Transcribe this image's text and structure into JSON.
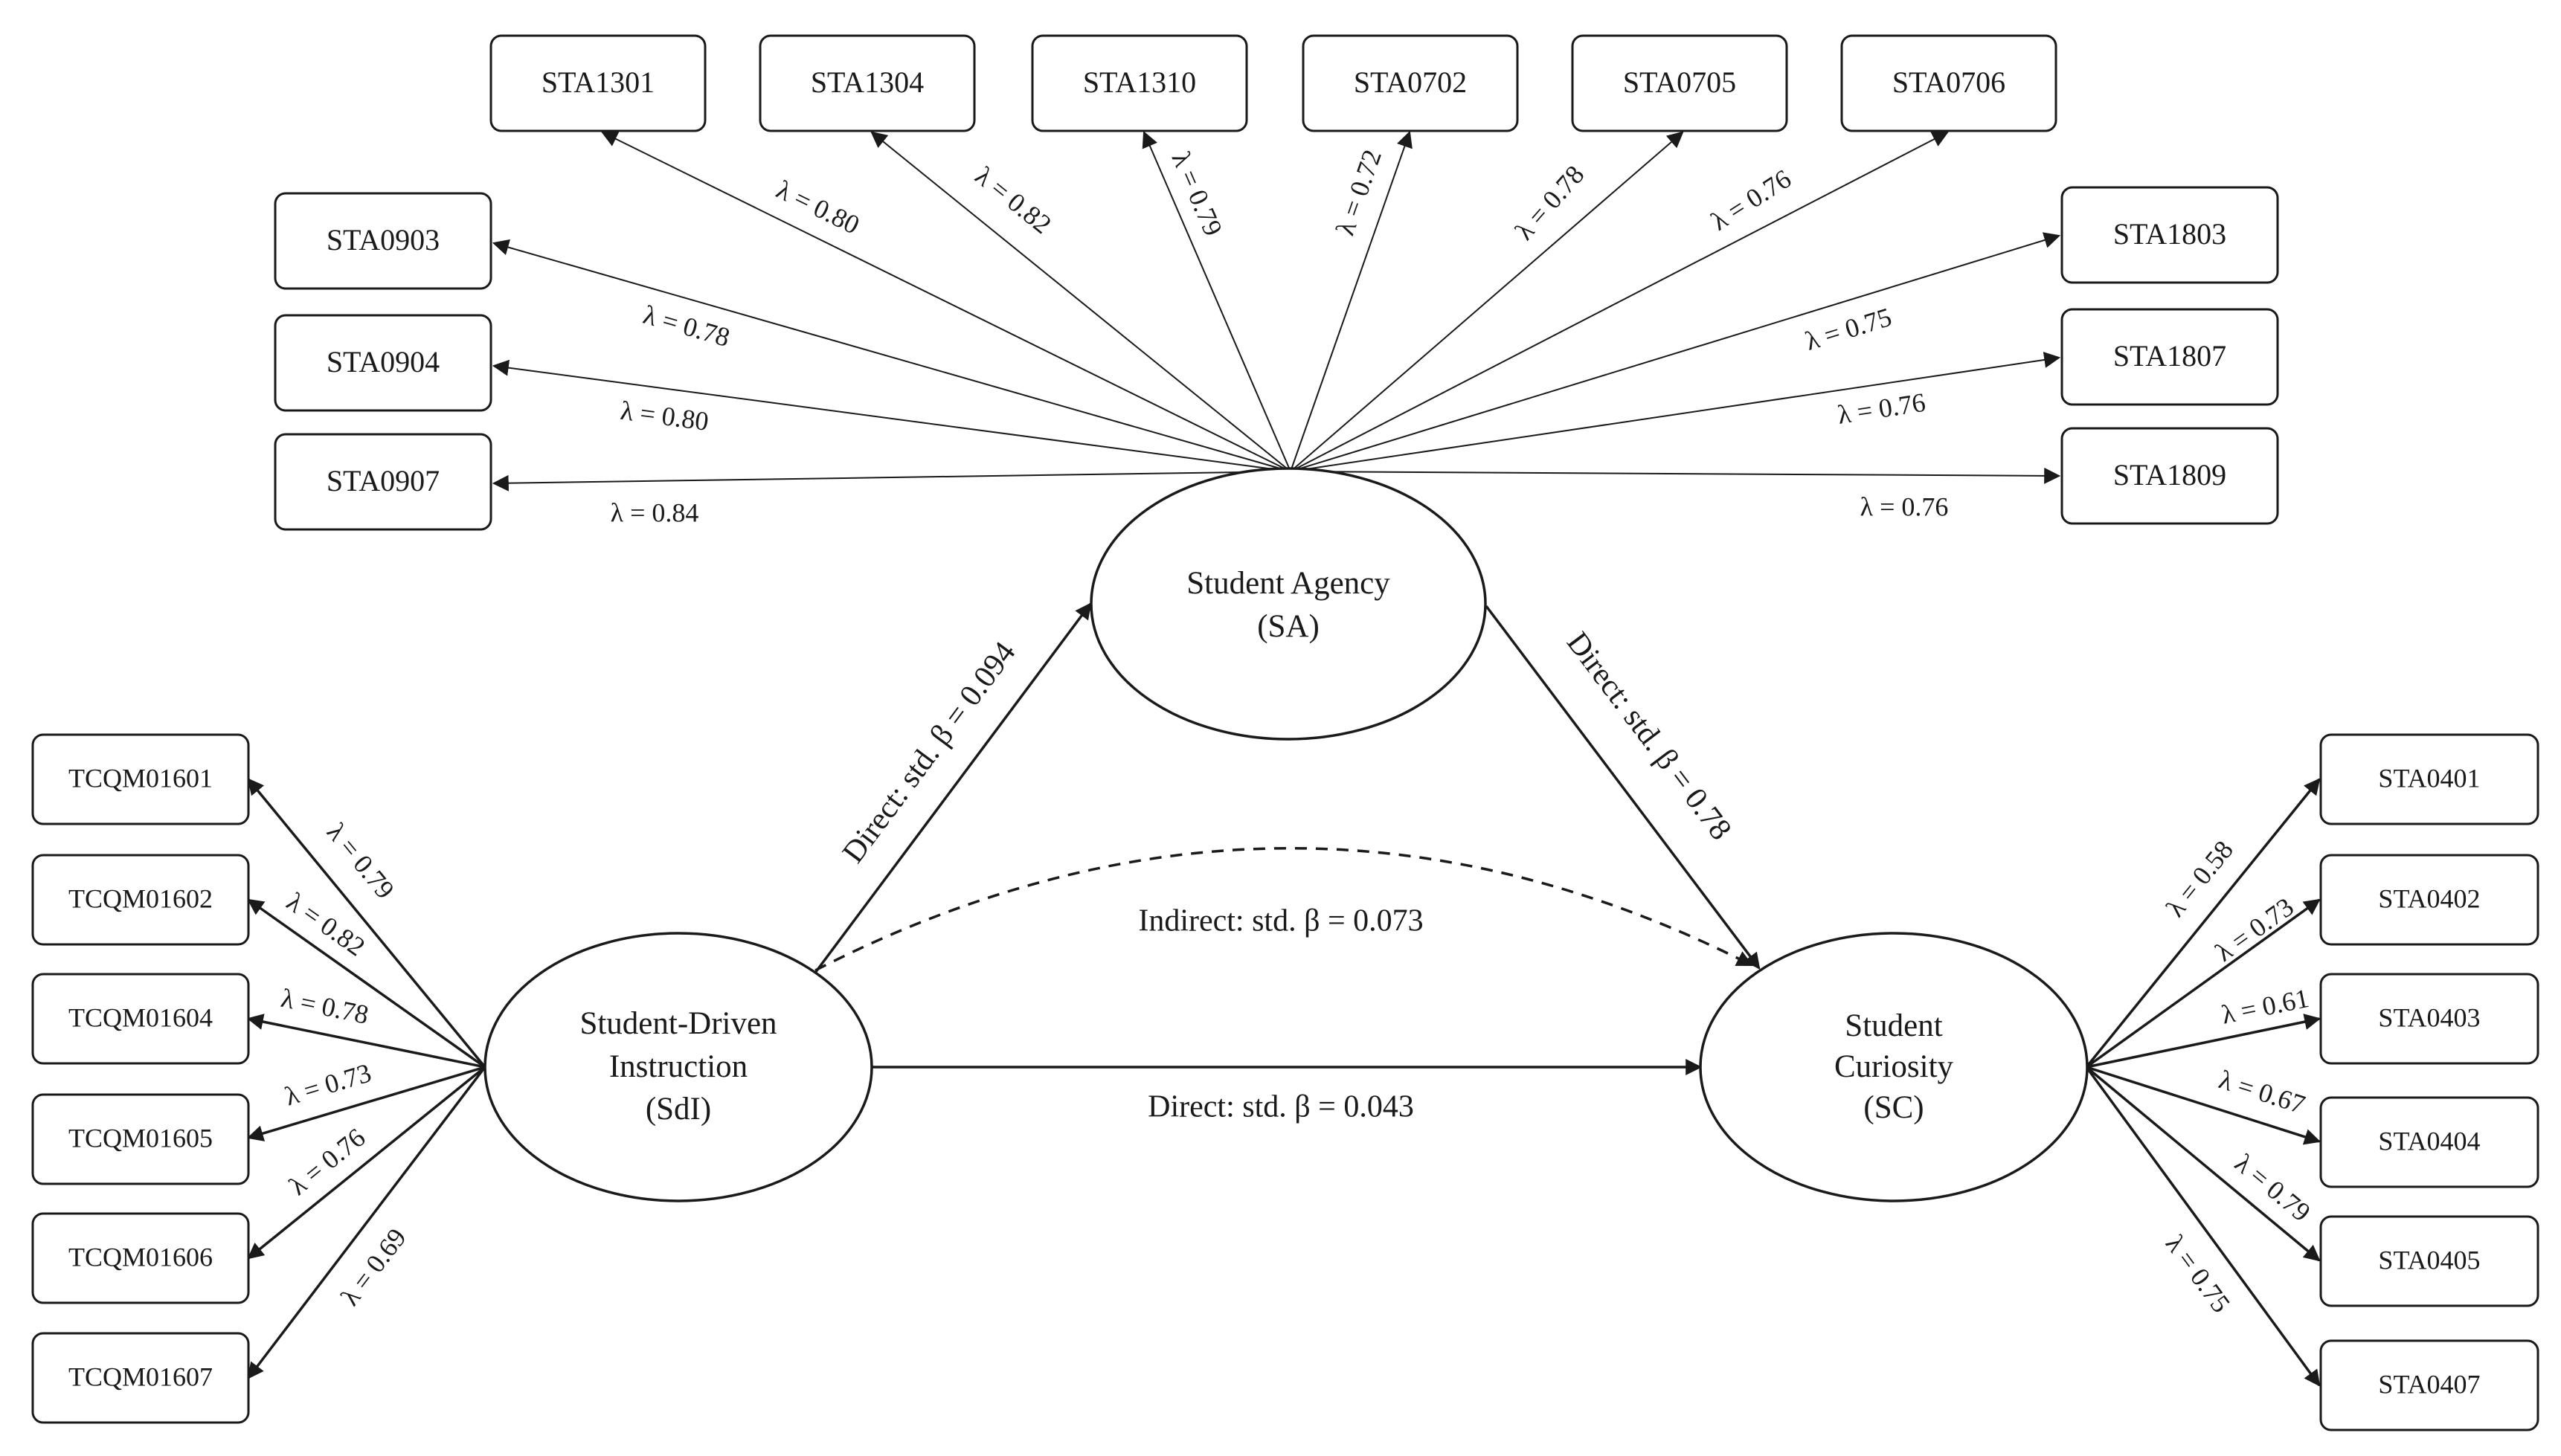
{
  "constructs": {
    "sa": {
      "line1": "Student Agency",
      "line2": "(SA)"
    },
    "sdi": {
      "line1": "Student-Driven",
      "line2": "Instruction",
      "line3": "(SdI)"
    },
    "sc": {
      "line1": "Student",
      "line2": "Curiosity",
      "line3": "(SC)"
    }
  },
  "sa_indicators": [
    {
      "label": "STA1301",
      "loading": "λ = 0.80"
    },
    {
      "label": "STA1304",
      "loading": "λ = 0.82"
    },
    {
      "label": "STA1310",
      "loading": "λ = 0.79"
    },
    {
      "label": "STA0702",
      "loading": "λ = 0.72"
    },
    {
      "label": "STA0705",
      "loading": "λ = 0.78"
    },
    {
      "label": "STA0706",
      "loading": "λ = 0.76"
    },
    {
      "label": "STA0903",
      "loading": "λ = 0.78"
    },
    {
      "label": "STA0904",
      "loading": "λ = 0.80"
    },
    {
      "label": "STA0907",
      "loading": "λ = 0.84"
    },
    {
      "label": "STA1803",
      "loading": "λ = 0.75"
    },
    {
      "label": "STA1807",
      "loading": "λ = 0.76"
    },
    {
      "label": "STA1809",
      "loading": "λ = 0.76"
    }
  ],
  "sdi_indicators": [
    {
      "label": "TCQM01601",
      "loading": "λ = 0.79"
    },
    {
      "label": "TCQM01602",
      "loading": "λ = 0.82"
    },
    {
      "label": "TCQM01604",
      "loading": "λ = 0.78"
    },
    {
      "label": "TCQM01605",
      "loading": "λ = 0.73"
    },
    {
      "label": "TCQM01606",
      "loading": "λ = 0.76"
    },
    {
      "label": "TCQM01607",
      "loading": "λ = 0.69"
    }
  ],
  "sc_indicators": [
    {
      "label": "STA0401",
      "loading": "λ = 0.58"
    },
    {
      "label": "STA0402",
      "loading": "λ = 0.73"
    },
    {
      "label": "STA0403",
      "loading": "λ = 0.61"
    },
    {
      "label": "STA0404",
      "loading": "λ = 0.67"
    },
    {
      "label": "STA0405",
      "loading": "λ = 0.79"
    },
    {
      "label": "STA0407",
      "loading": "λ = 0.75"
    }
  ],
  "paths": {
    "sdi_sa": "Direct: std. β = 0.094",
    "sa_sc": "Direct: std. β = 0.78",
    "indirect": "Indirect: std. β = 0.073",
    "sdi_sc": "Direct: std. β = 0.043"
  }
}
